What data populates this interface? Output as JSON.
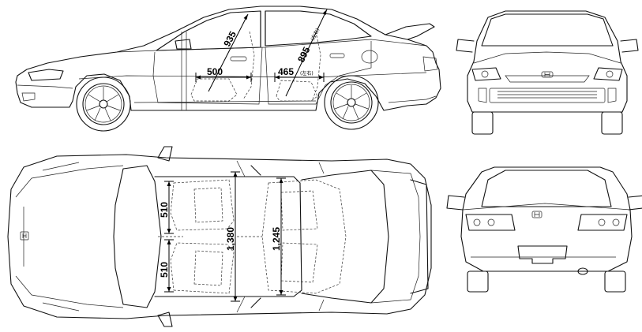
{
  "dimensions": {
    "side_seat_front": "500",
    "side_seat_rear": "465",
    "side_rear_suffix": "(左右)",
    "side_front_height": "935",
    "side_rear_height": "895",
    "top_front_seat_width": "510",
    "top_rear_seat_width": "510",
    "top_front_shoulder": "1,380",
    "top_rear_shoulder": "1,245"
  },
  "icons": [
    "honda-h-emblem-icon",
    "wheel-rim-icon"
  ]
}
